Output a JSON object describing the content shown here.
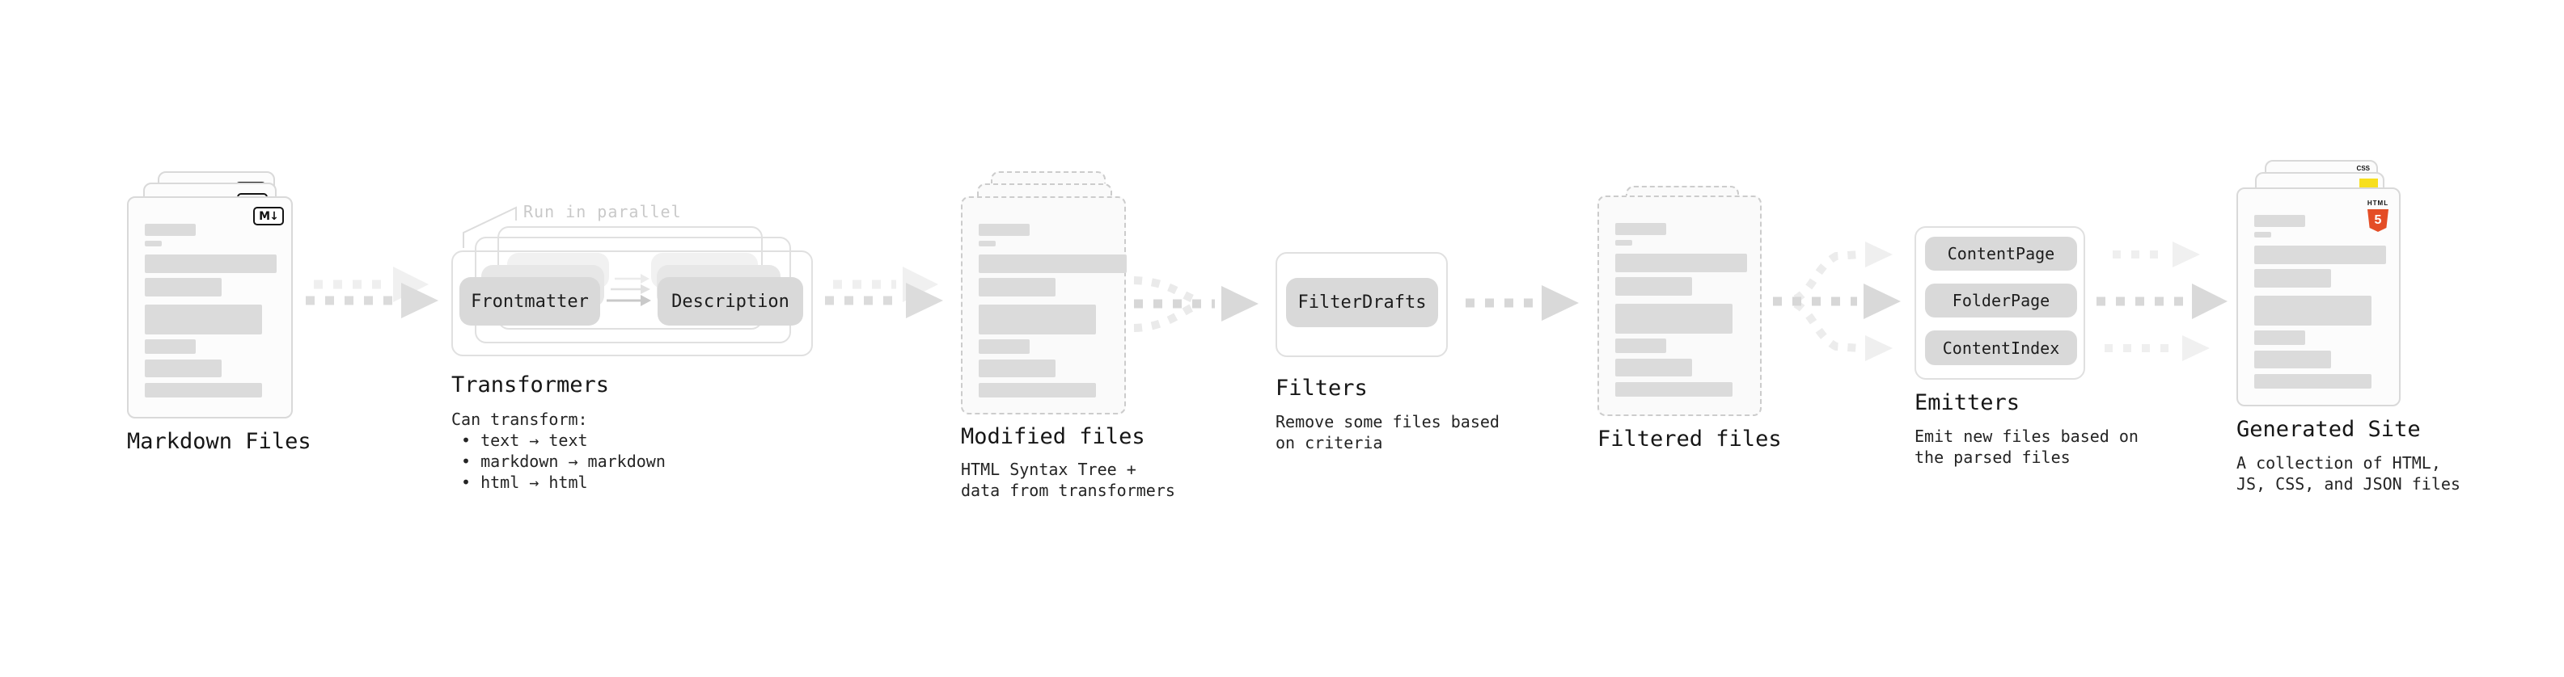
{
  "sections": {
    "markdown": {
      "label": "Markdown Files",
      "badge": "M↓"
    },
    "transformers": {
      "label": "Transformers",
      "annotation": "Run in parallel",
      "steps": [
        "Frontmatter",
        "Description"
      ],
      "desc_title": "Can transform:",
      "bullets": [
        "• text → text",
        "• markdown → markdown",
        "• html → html"
      ]
    },
    "modified": {
      "label": "Modified files",
      "description": "HTML Syntax Tree +\ndata from transformers"
    },
    "filters": {
      "label": "Filters",
      "items": [
        "FilterDrafts"
      ],
      "description": "Remove some files based\non criteria"
    },
    "filtered": {
      "label": "Filtered files"
    },
    "emitters": {
      "label": "Emitters",
      "items": [
        "ContentPage",
        "FolderPage",
        "ContentIndex"
      ],
      "description": "Emit new files based on\nthe parsed files"
    },
    "generated": {
      "label": "Generated Site",
      "description": "A collection of HTML,\nJS, CSS, and JSON files",
      "badges": {
        "html_title": "HTML",
        "html_glyph": "5",
        "css": "CSS"
      }
    }
  },
  "colors": {
    "html5_orange": "#e44d26",
    "js_yellow": "#f7df1e",
    "css_blue": "#2760e6"
  }
}
